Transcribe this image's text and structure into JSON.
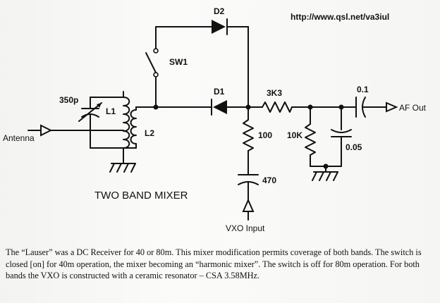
{
  "url": "http://www.qsl.net/va3iul",
  "title": "TWO BAND MIXER",
  "caption": "The “Lauser” was a DC Receiver for 40 or 80m.  This mixer modification permits coverage of both bands.  The switch is closed [on] for 40m operation, the mixer becoming an “harmonic mixer”.  The switch is off for 80m operation.  For both bands the VXO is constructed with a ceramic resonator – CSA 3.58MHz.",
  "labels": {
    "antenna": "Antenna",
    "cap_350p": "350p",
    "l1": "L1",
    "l2": "L2",
    "sw1": "SW1",
    "d1": "D1",
    "d2": "D2",
    "r_3k3": "3K3",
    "r_100": "100",
    "c_470": "470",
    "r_10k": "10K",
    "c_005": "0.05",
    "c_01": "0.1",
    "af_out": "AF Out",
    "vxo_input": "VXO Input"
  }
}
